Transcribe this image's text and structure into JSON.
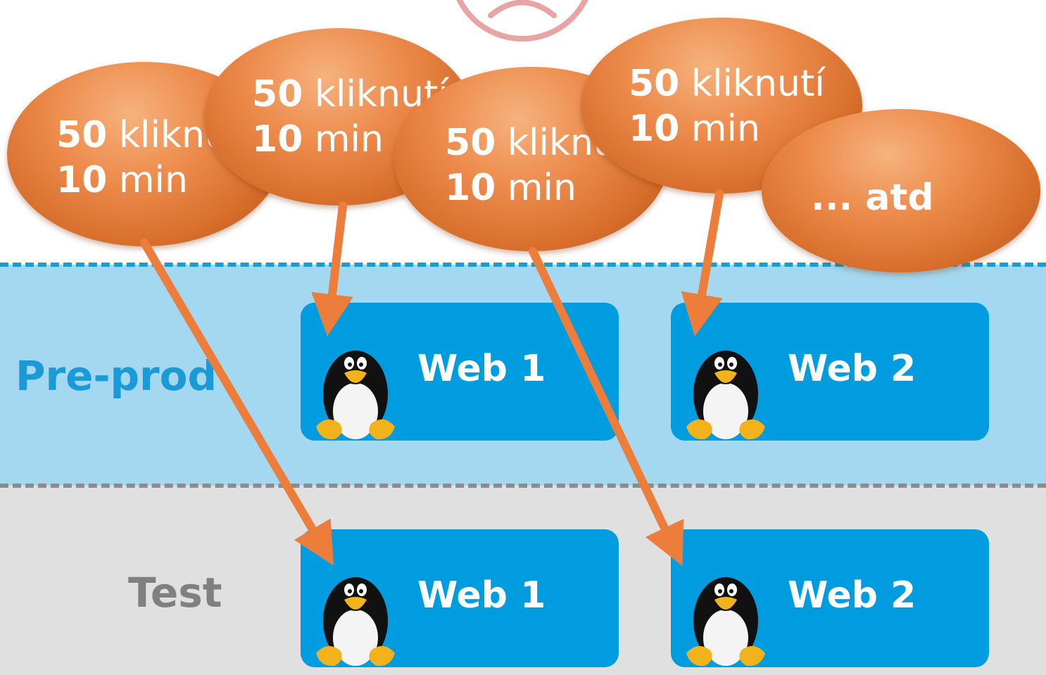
{
  "environments": {
    "preprod": {
      "label": "Pre-prod",
      "servers": [
        {
          "label": "Web 1"
        },
        {
          "label": "Web 2"
        }
      ]
    },
    "test": {
      "label": "Test",
      "servers": [
        {
          "label": "Web 1"
        },
        {
          "label": "Web 2"
        }
      ]
    }
  },
  "bubbles": [
    {
      "clicks_num": "50",
      "clicks_word": "kliknutí",
      "time_num": "10",
      "time_word": "min"
    },
    {
      "clicks_num": "50",
      "clicks_word": "kliknutí",
      "time_num": "10",
      "time_word": "min"
    },
    {
      "clicks_num": "50",
      "clicks_word": "kliknutí",
      "time_num": "10",
      "time_word": "min"
    },
    {
      "clicks_num": "50",
      "clicks_word": "kliknutí",
      "time_num": "10",
      "time_word": "min"
    }
  ],
  "more_bubble": {
    "label": "... atd"
  },
  "colors": {
    "preprod_band": "#a3d8f0",
    "preprod_accent": "#1a9ad6",
    "test_band": "#e0e0e0",
    "test_accent": "#808080",
    "server_box": "#009ce0",
    "bubble_orange": "#e8823f",
    "arrow": "#ec7d3a",
    "sad_face": "#e8a3a3"
  },
  "icons": [
    "tux-penguin-icon",
    "sad-face-icon"
  ]
}
